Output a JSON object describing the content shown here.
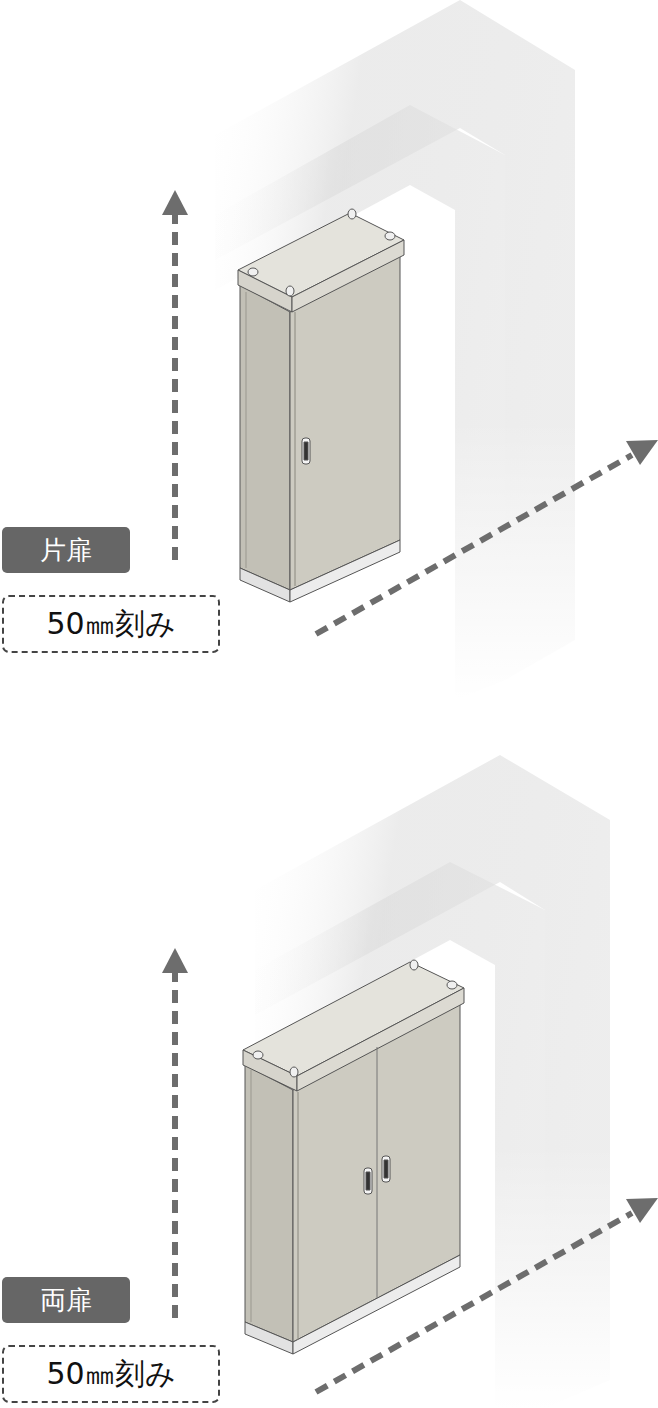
{
  "diagram": {
    "nodes": [
      {
        "text": [
          "片扉"
        ]
      },
      {
        "text": [
          "50㎜刻み"
        ]
      },
      {
        "text": [
          "両扉"
        ]
      },
      {
        "text": [
          "50㎜刻み"
        ]
      }
    ]
  }
}
